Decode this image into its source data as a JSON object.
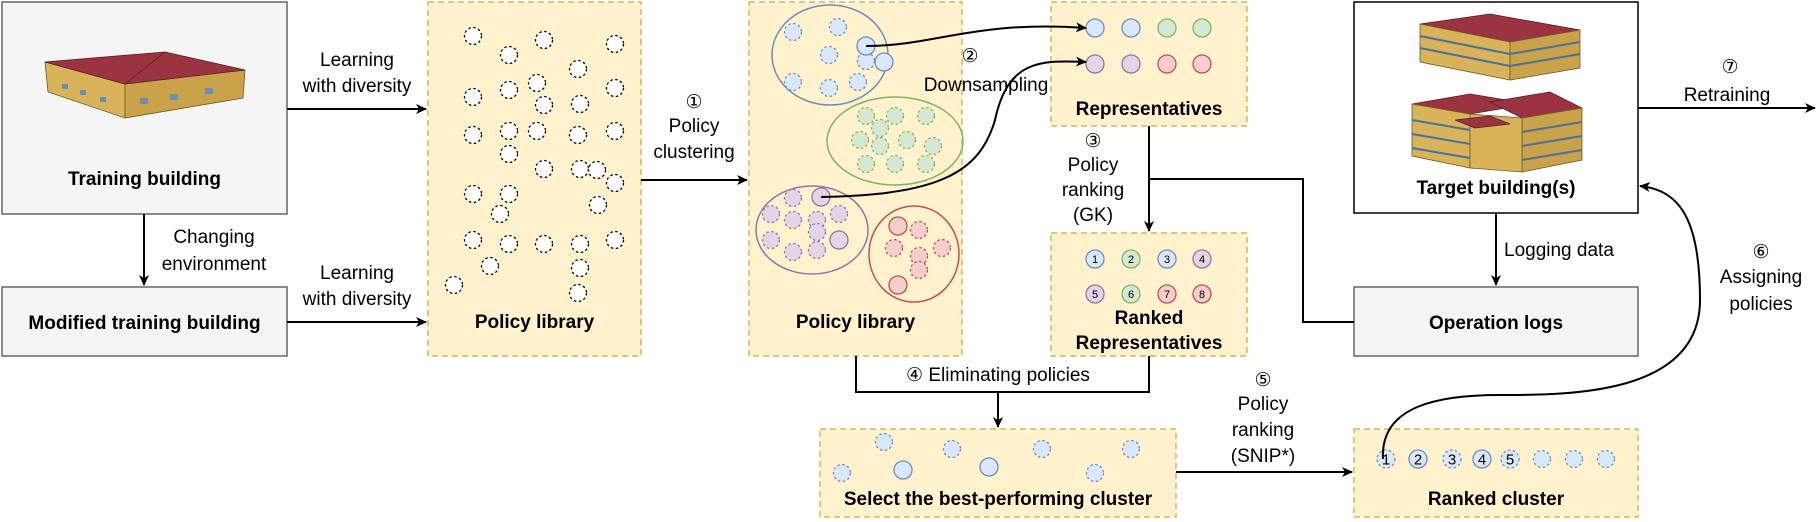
{
  "nodes": {
    "training_building": "Training building",
    "modified_training_building": "Modified training building",
    "policy_library_1": "Policy library",
    "policy_library_2": "Policy library",
    "representatives": "Representatives",
    "ranked_representatives_line1": "Ranked",
    "ranked_representatives_line2": "Representatives",
    "target_buildings": "Target building(s)",
    "operation_logs": "Operation logs",
    "best_cluster": "Select the best-performing cluster",
    "ranked_cluster": "Ranked cluster"
  },
  "edges": {
    "learning_diversity_1": [
      "Learning",
      "with diversity"
    ],
    "learning_diversity_2": [
      "Learning",
      "with diversity"
    ],
    "changing_environment": [
      "Changing",
      "environment"
    ],
    "step1": [
      "①",
      "Policy",
      "clustering"
    ],
    "step2": [
      "②",
      "Downsampling"
    ],
    "step3": [
      "③",
      "Policy",
      "ranking",
      "(GK)"
    ],
    "step4": "④ Eliminating policies",
    "step5": [
      "⑤",
      "Policy",
      "ranking",
      "(SNIP*)"
    ],
    "step6": [
      "⑥",
      "Assigning",
      "policies"
    ],
    "step7": [
      "⑦",
      "Retraining"
    ],
    "logging_data": "Logging data"
  },
  "ranked_representative_numbers": [
    "1",
    "2",
    "3",
    "4",
    "5",
    "6",
    "7",
    "8"
  ],
  "ranked_cluster_numbers": [
    "1",
    "2",
    "3",
    "4",
    "5"
  ],
  "colors": {
    "blue": "#dae8fc",
    "blue_stroke": "#6c8ebf",
    "green": "#d5e8d4",
    "green_stroke": "#82b366",
    "purple": "#e1d5e7",
    "purple_stroke": "#9673a6",
    "red": "#f8cecc",
    "red_stroke": "#b85450",
    "yellow": "#fff2cc",
    "yellow_stroke": "#d6b656",
    "roof": "#8b2f3a",
    "wall": "#d9b35a"
  },
  "icons": [
    "building-3d-icon",
    "multi-building-3d-icon"
  ]
}
